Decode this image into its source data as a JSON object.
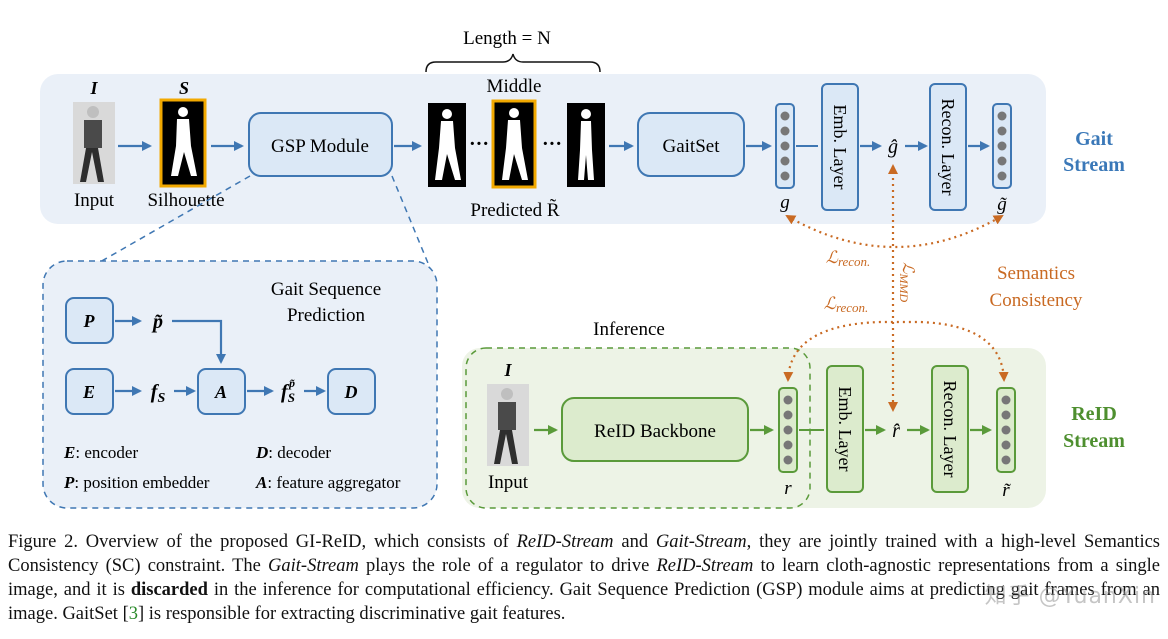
{
  "figure": {
    "gait_stream": {
      "label_line1": "Gait",
      "label_line2": "Stream",
      "input_label": "Input",
      "input_symbol": "I",
      "silhouette_label": "Silhouette",
      "silhouette_symbol": "S",
      "gsp_module": "GSP Module",
      "length_label": "Length = N",
      "middle_label": "Middle",
      "predicted_label": "Predicted R̃",
      "gaitset": "GaitSet",
      "g_label": "g",
      "emb_layer": "Emb. Layer",
      "g_hat": "ĝ",
      "recon_layer": "Recon. Layer",
      "g_tilde": "g̃"
    },
    "losses": {
      "recon_top": "ℒrecon.",
      "recon_bottom": "ℒrecon.",
      "mmd": "ℒMMD",
      "semantics_line1": "Semantics",
      "semantics_line2": "Consistency"
    },
    "gsp_detail": {
      "title_line1": "Gait Sequence",
      "title_line2": "Prediction",
      "P": "P",
      "E": "E",
      "A": "A",
      "D": "D",
      "p_tilde": "p̃",
      "f_s": "fS",
      "f_s_p": "fSp̃",
      "legend_E_key": "E",
      "legend_E": ": encoder",
      "legend_D_key": "D",
      "legend_D": ": decoder",
      "legend_P_key": "P",
      "legend_P": ": position embedder",
      "legend_A_key": "A",
      "legend_A": ": feature aggregator"
    },
    "reid_stream": {
      "label_line1": "ReID",
      "label_line2": "Stream",
      "inference_label": "Inference",
      "input_symbol": "I",
      "input_label": "Input",
      "backbone": "ReID Backbone",
      "r_label": "r",
      "emb_layer": "Emb. Layer",
      "r_hat": "r̂",
      "recon_layer": "Recon. Layer",
      "r_tilde": "r̃"
    },
    "colors": {
      "gait_bg": "#eaf0f8",
      "reid_bg": "#edf3e6",
      "gait_box_fill": "#dbe8f6",
      "gait_box_stroke": "#3f77b3",
      "reid_box_fill": "#dcebcd",
      "reid_box_stroke": "#5a9a3a",
      "orange_arrow": "#c96a23",
      "highlight": "#f2a900",
      "gait_label": "#3a78b8",
      "reid_label": "#4e8f2f"
    }
  },
  "caption": {
    "p1": "Figure 2.  Overview of the proposed GI-ReID, which consists of ",
    "reid_stream": "ReID-Stream",
    "p2": " and ",
    "gait_stream": "Gait-Stream",
    "p3": ", they are jointly trained with a high-level Semantics Consistency (SC) constraint.  The ",
    "gait_stream2": "Gait-Stream",
    "p4": " plays the role of a regulator to drive ",
    "reid_stream2": "ReID-Stream",
    "p5": " to learn cloth-agnostic representations from a single image, and it is ",
    "discarded": "discarded",
    "p6": " in the inference for computational efficiency.  Gait Sequence Prediction (GSP) module aims at predicting gait frames from an image. GaitSet [",
    "cite": "3",
    "p7": "] is responsible for extracting discriminative gait features."
  },
  "watermark": "知乎 @YuanXin"
}
